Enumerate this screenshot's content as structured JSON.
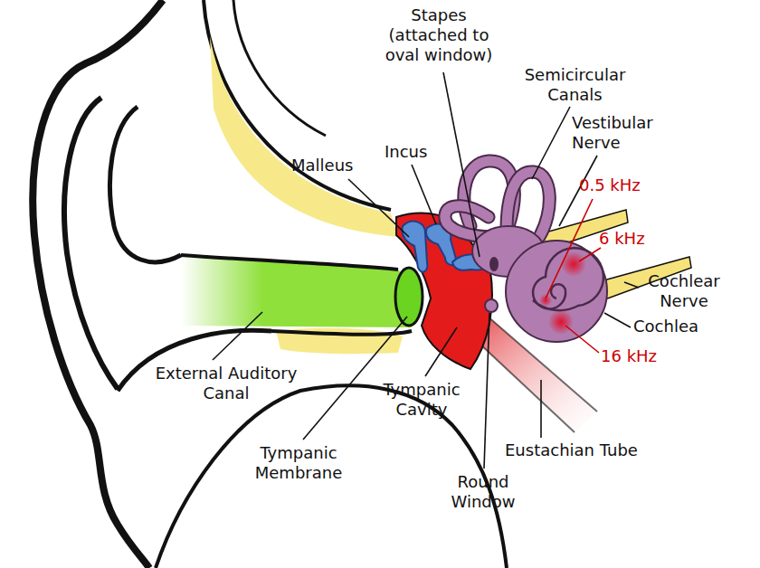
{
  "diagram": {
    "labels": [
      "Stapes (attached to oval window)",
      "Semicircular Canals",
      "Vestibular Nerve",
      "Incus",
      "Malleus",
      "0.5 kHz",
      "6 kHz",
      "Cochlear Nerve",
      "Cochlea",
      "16 kHz",
      "External Auditory Canal",
      "Tympanic Cavity",
      "Eustachian Tube",
      "Tympanic Membrane",
      "Round Window"
    ]
  }
}
